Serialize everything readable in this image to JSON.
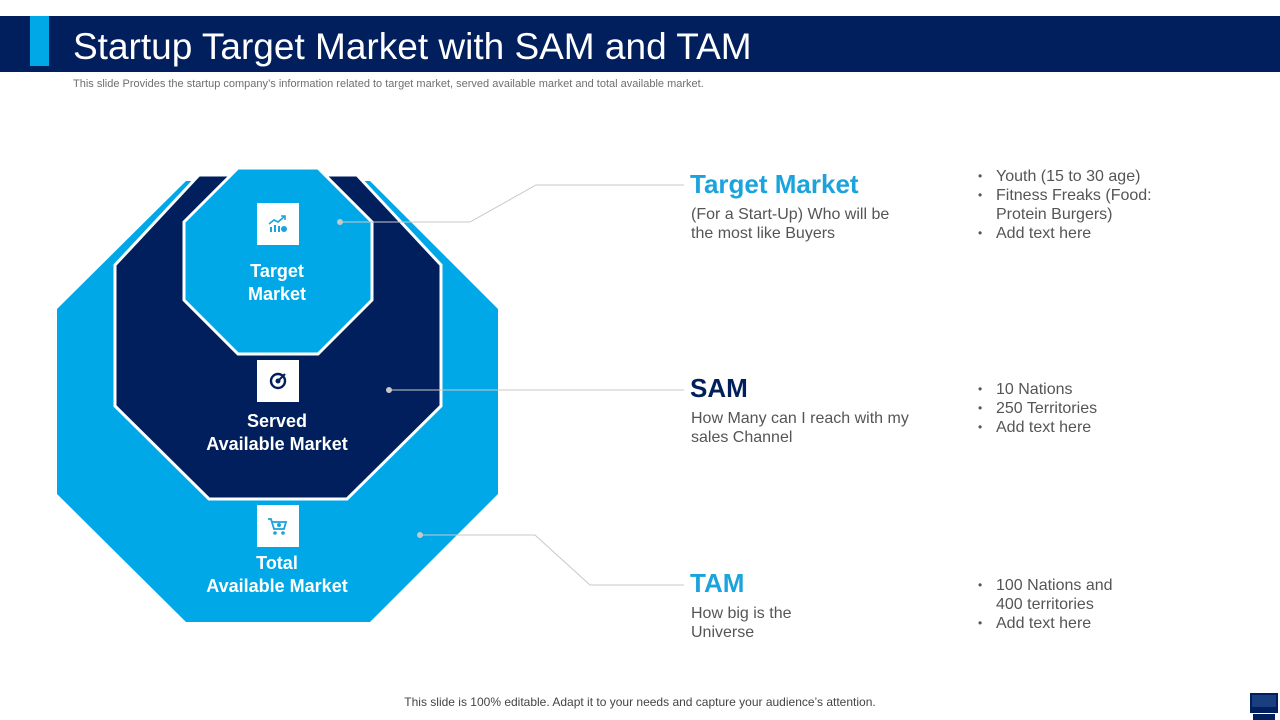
{
  "header": {
    "title": "Startup Target Market with SAM and TAM",
    "subtitle": "This slide Provides the startup company’s information related to target market, served available market and total available market."
  },
  "diagram": {
    "inner_label": [
      "Target",
      "Market"
    ],
    "middle_label": [
      "Served",
      "Available Market"
    ],
    "outer_label": [
      "Total",
      "Available Market"
    ],
    "inner_icon": "chart-growth-icon",
    "middle_icon": "target-icon",
    "outer_icon": "shopping-cart-icon"
  },
  "sections": [
    {
      "heading": "Target Market",
      "description": "(For a Start-Up) Who will be the most like Buyers",
      "bullets": [
        "Youth  (15 to 30 age)",
        "Fitness Freaks (Food: Protein Burgers)",
        "Add text here"
      ]
    },
    {
      "heading": "SAM",
      "description": "How Many can I reach with my sales Channel",
      "bullets": [
        "10 Nations",
        "250 Territories",
        "Add text here"
      ]
    },
    {
      "heading": "TAM",
      "description": "How big is the Universe",
      "bullets": [
        "100 Nations and 400 territories",
        "Add text here"
      ]
    }
  ],
  "footer": {
    "text": "This slide is 100% editable. Adapt it to your needs and capture your audience’s attention."
  },
  "colors": {
    "navy": "#001f5c",
    "light_blue": "#00a8e8",
    "heading_blue": "#1aa3dc",
    "text_gray": "#555555"
  }
}
